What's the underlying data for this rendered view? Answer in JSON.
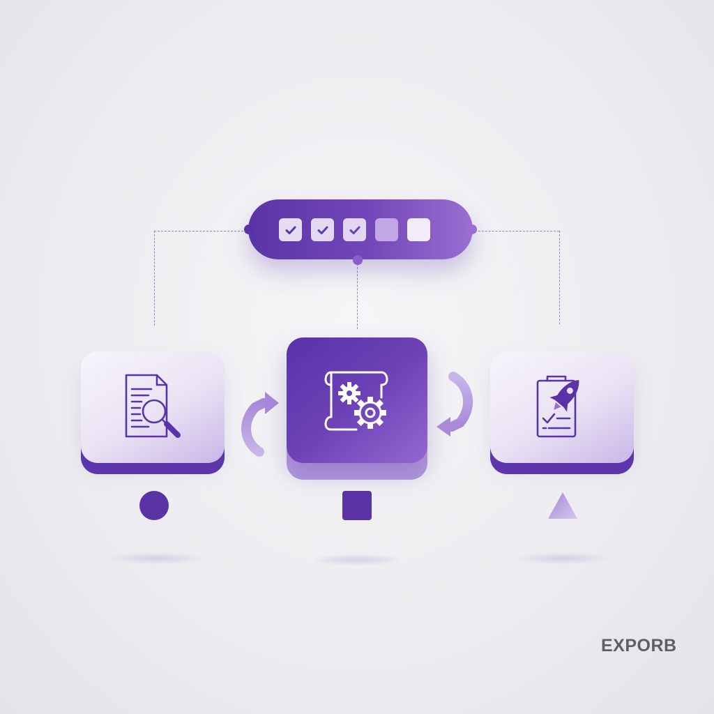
{
  "diagram": {
    "progress_steps": [
      {
        "state": "done"
      },
      {
        "state": "done"
      },
      {
        "state": "done"
      },
      {
        "state": "pending"
      },
      {
        "state": "pending"
      }
    ],
    "cards": [
      {
        "icon": "document-search-icon",
        "marker": "circle"
      },
      {
        "icon": "blueprint-gears-icon",
        "marker": "square"
      },
      {
        "icon": "clipboard-rocket-icon",
        "marker": "triangle"
      }
    ],
    "colors": {
      "primary": "#5a34a6",
      "accent": "#9a6fd1",
      "light": "#e9e2f4",
      "line": "#8f86c8",
      "background": "#ececf0"
    }
  },
  "brand": {
    "logo_text": "EXPORB"
  }
}
